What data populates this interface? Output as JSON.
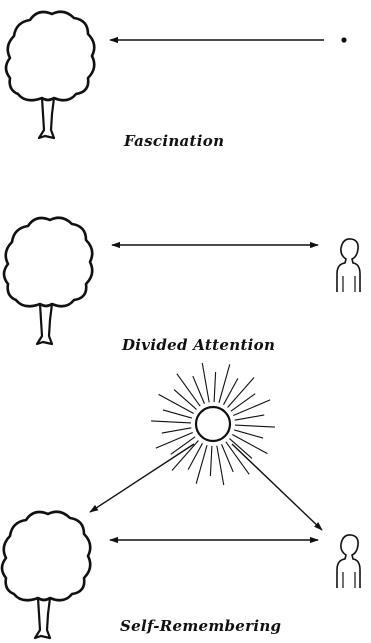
{
  "panels": [
    {
      "caption": "Fascination"
    },
    {
      "caption": "Divided Attention"
    },
    {
      "caption": "Self-Remembering"
    }
  ],
  "icons": {
    "tree": "tree-icon",
    "person": "person-head-icon",
    "sun": "sun-icon",
    "dot": "dot-icon"
  },
  "colors": {
    "ink": "#111111",
    "background": "#ffffff"
  }
}
